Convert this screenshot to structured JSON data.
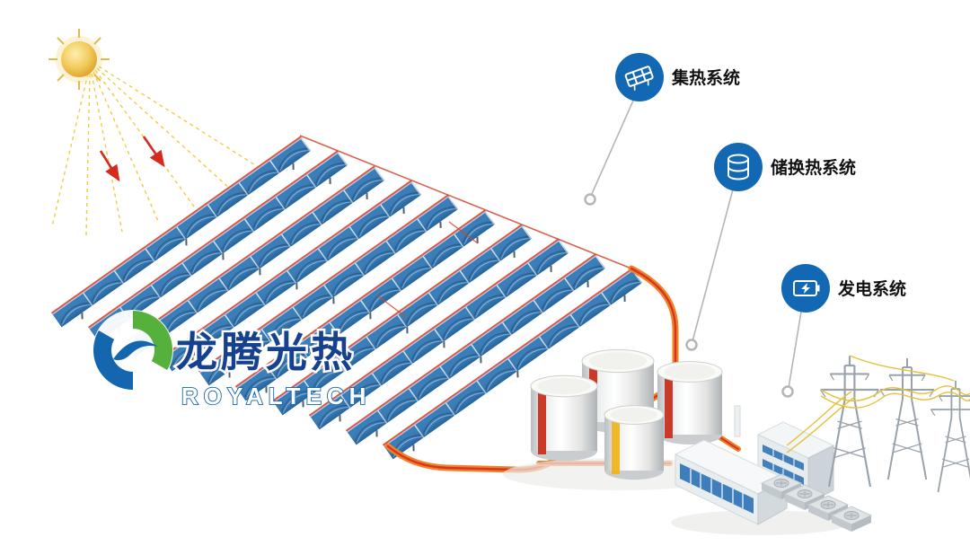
{
  "page": {
    "background": "#ffffff"
  },
  "logo": {
    "cn": "龙腾光热",
    "en": "ROYALTECH",
    "blue": "#1565ae",
    "green": "#55b03c"
  },
  "callouts": [
    {
      "label": "集热系统",
      "icon": "parabolic-trough-icon",
      "circle_color": "#1268b3"
    },
    {
      "label": "储换热系统",
      "icon": "thermal-storage-icon",
      "circle_color": "#1268b3"
    },
    {
      "label": "发电系统",
      "icon": "power-generation-icon",
      "circle_color": "#1268b3"
    }
  ],
  "scene": {
    "collector_rows": 10,
    "storage_tanks": 4,
    "colors": {
      "collector_blue": "#2e77b7",
      "pipe_orange": "#f08228",
      "pipe_red": "#d8341f",
      "sun_gold": "#e9b93f",
      "tank_stripe_red": "#c8301e",
      "tank_stripe_yellow": "#efb41f",
      "leader_gray": "#b5b5b5"
    }
  }
}
